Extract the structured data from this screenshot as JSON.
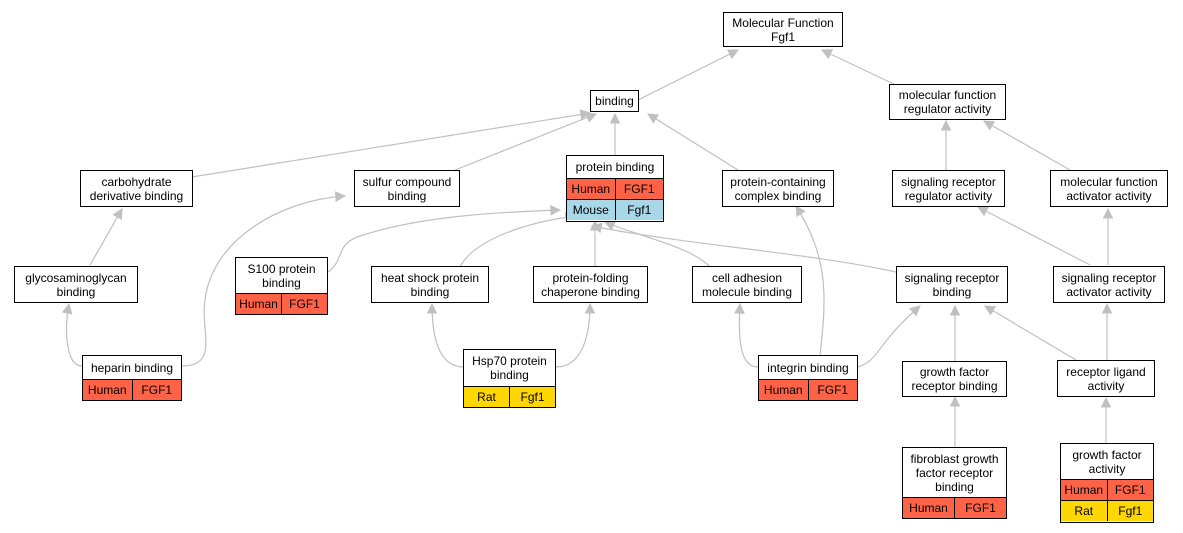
{
  "colors": {
    "edge": "#c0c0c0",
    "human": "#ff6347",
    "mouse": "#a8d8e8",
    "rat": "#ffd700"
  },
  "nodes": {
    "mf": {
      "label": "Molecular Function\nFgf1"
    },
    "binding": {
      "label": "binding"
    },
    "mfra": {
      "label": "molecular function\nregulator activity"
    },
    "carb": {
      "label": "carbohydrate\nderivative binding"
    },
    "sulfur": {
      "label": "sulfur compound\nbinding"
    },
    "protein": {
      "label": "protein binding",
      "rows": [
        [
          "Human",
          "FGF1"
        ],
        [
          "Mouse",
          "Fgf1"
        ]
      ]
    },
    "pcc": {
      "label": "protein-containing\ncomplex binding"
    },
    "srra": {
      "label": "signaling receptor\nregulator activity"
    },
    "mfaa": {
      "label": "molecular function\nactivator activity"
    },
    "gag": {
      "label": "glycosaminoglycan\nbinding"
    },
    "s100": {
      "label": "S100 protein\nbinding",
      "rows": [
        [
          "Human",
          "FGF1"
        ]
      ]
    },
    "hsp": {
      "label": "heat shock protein\nbinding"
    },
    "pfold": {
      "label": "protein-folding\nchaperone binding"
    },
    "cam": {
      "label": "cell adhesion\nmolecule binding"
    },
    "srb": {
      "label": "signaling receptor\nbinding"
    },
    "sraa": {
      "label": "signaling receptor\nactivator activity"
    },
    "heparin": {
      "label": "heparin binding",
      "rows": [
        [
          "Human",
          "FGF1"
        ]
      ]
    },
    "hsp70": {
      "label": "Hsp70 protein\nbinding",
      "rows": [
        [
          "Rat",
          "Fgf1"
        ]
      ]
    },
    "integrin": {
      "label": "integrin binding",
      "rows": [
        [
          "Human",
          "FGF1"
        ]
      ]
    },
    "gfrb": {
      "label": "growth factor\nreceptor binding"
    },
    "rla": {
      "label": "receptor ligand\nactivity"
    },
    "fgfrb": {
      "label": "fibroblast growth\nfactor receptor\nbinding",
      "rows": [
        [
          "Human",
          "FGF1"
        ]
      ]
    },
    "gfa": {
      "label": "growth factor\nactivity",
      "rows": [
        [
          "Human",
          "FGF1"
        ],
        [
          "Rat",
          "Fgf1"
        ]
      ]
    }
  }
}
